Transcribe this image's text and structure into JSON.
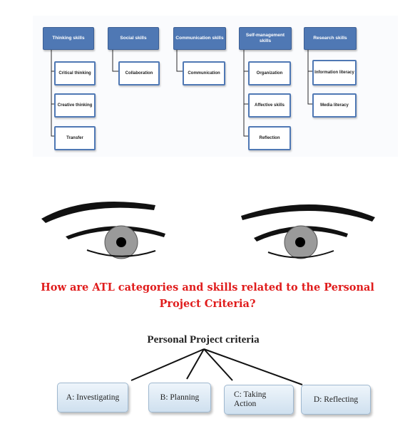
{
  "atl_chart": {
    "categories": [
      {
        "label": "Thinking skills",
        "skills": [
          "Critical thinking",
          "Creative thinking",
          "Transfer"
        ]
      },
      {
        "label": "Social skills",
        "skills": [
          "Collaboration"
        ]
      },
      {
        "label": "Communication skills",
        "skills": [
          "Communication"
        ]
      },
      {
        "label": "Self-management skills",
        "skills": [
          "Organization",
          "Affective skills",
          "Reflection"
        ]
      },
      {
        "label": "Research skills",
        "skills": [
          "Information literacy",
          "Media literacy"
        ]
      }
    ]
  },
  "question": "How are ATL categories and skills related to the Personal Project Criteria?",
  "personal_project": {
    "title": "Personal Project criteria",
    "criteria": [
      "A: Investigating",
      "B: Planning",
      "C: Taking Action",
      "D: Reflecting"
    ]
  },
  "colors": {
    "category_fill": "#4f78b4",
    "skill_border": "#4f78b4",
    "question_text": "#e01c1c",
    "criteria_fill": "#dce9f5"
  }
}
